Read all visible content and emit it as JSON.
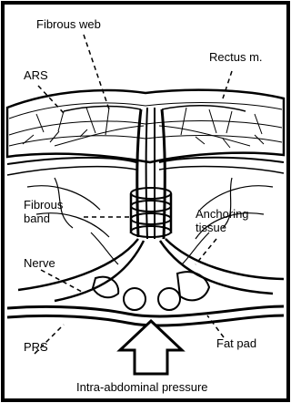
{
  "labels": {
    "fibrous_web": "Fibrous web",
    "rectus_m": "Rectus m.",
    "ars": "ARS",
    "fibrous_band_1": "Fibrous",
    "fibrous_band_2": "band",
    "anchoring_tissue_1": "Anchoring",
    "anchoring_tissue_2": "tissue",
    "nerve": "Nerve",
    "prs": "PRS",
    "fat_pad": "Fat pad",
    "intra_abdominal_pressure": "Intra-abdominal pressure"
  }
}
